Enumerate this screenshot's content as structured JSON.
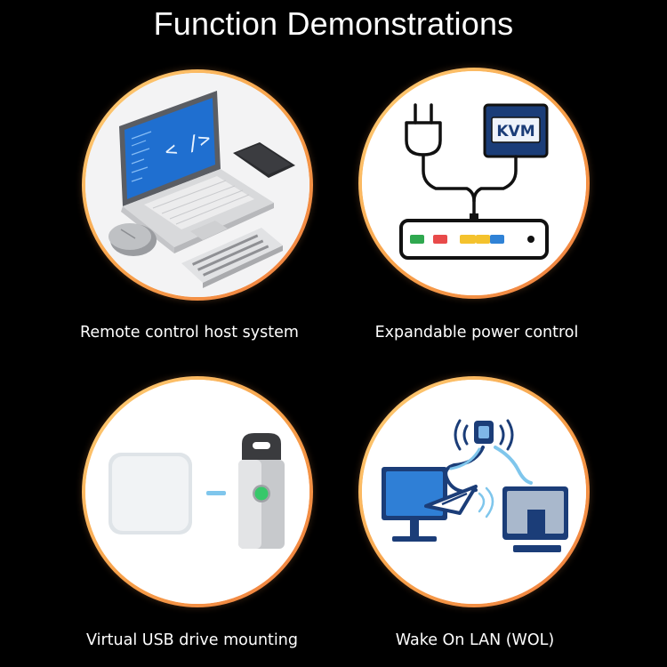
{
  "title": "Function Demonstrations",
  "features": [
    {
      "label": "Remote control host system",
      "icon": "laptop-keyboard-mouse-icon"
    },
    {
      "label": "Expandable power control",
      "icon": "kvm-power-strip-icon",
      "badge": "KVM"
    },
    {
      "label": "Virtual USB drive mounting",
      "icon": "usb-drive-icon"
    },
    {
      "label": "Wake On LAN (WOL)",
      "icon": "wake-on-lan-icon"
    }
  ],
  "colors": {
    "background": "#000000",
    "ring_start": "#ffd27a",
    "ring_end": "#ef7d3e",
    "screen_blue": "#1f6fd0",
    "navy": "#1b3d78"
  }
}
